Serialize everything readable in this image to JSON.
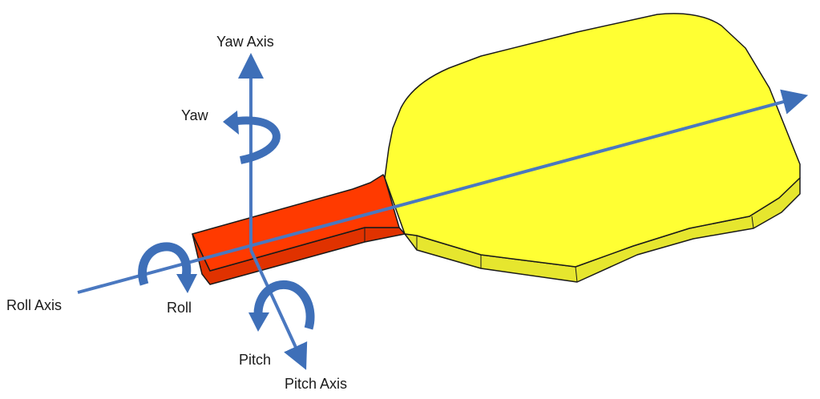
{
  "labels": {
    "yaw_axis": "Yaw Axis",
    "yaw": "Yaw",
    "roll_axis": "Roll Axis",
    "roll": "Roll",
    "pitch": "Pitch",
    "pitch_axis": "Pitch Axis"
  },
  "colors": {
    "paddle_face": "#ffff33",
    "paddle_edge": "#e6e62e",
    "handle_top": "#ff3a00",
    "handle_side": "#e03200",
    "outline": "#1a1a1a",
    "axis": "#4a78c0",
    "arrow_fill": "#3e6fb8"
  }
}
